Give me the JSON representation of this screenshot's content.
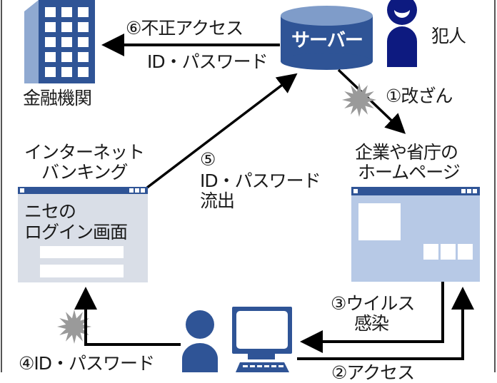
{
  "title": "Internet banking fraud flow diagram",
  "colors": {
    "primary_blue": "#2f5496",
    "building_side": "#8fa9d1",
    "server_top": "#7f9cc9",
    "criminal_navy": "#0d1a80",
    "fake_window_body": "#d9dee7",
    "homepage_window_body": "#b7c9e6",
    "burst_gray": "#9a9a9a",
    "arrow_black": "#000000"
  },
  "nodes": {
    "bank": {
      "label": "金融機関",
      "icon": "building-icon"
    },
    "server": {
      "label": "サーバー",
      "icon": "server-icon"
    },
    "criminal": {
      "label": "犯人",
      "icon": "person-icon"
    },
    "fake_login": {
      "caption_line1": "インターネット",
      "caption_line2": "バンキング",
      "window_text_line1": "ニセの",
      "window_text_line2": "ログイン画面",
      "icon": "browser-window-icon"
    },
    "homepage": {
      "caption_line1": "企業や省庁の",
      "caption_line2": "ホームページ",
      "icon": "browser-window-icon"
    },
    "user": {
      "icon": "person-with-computer-icon"
    }
  },
  "steps": [
    {
      "number": "①",
      "label_line1": "改ざん",
      "label_line2": ""
    },
    {
      "number": "②",
      "label_line1": "アクセス",
      "label_line2": ""
    },
    {
      "number": "③",
      "label_line1": "ウイルス",
      "label_line2": "感染"
    },
    {
      "number": "④",
      "label_line1": "ID・パスワード",
      "label_line2": ""
    },
    {
      "number": "⑤",
      "label_line1": "ID・パスワード",
      "label_line2": "流出"
    },
    {
      "number": "⑥",
      "label_line1": "不正アクセス",
      "label_line2": "ID・パスワード"
    }
  ]
}
